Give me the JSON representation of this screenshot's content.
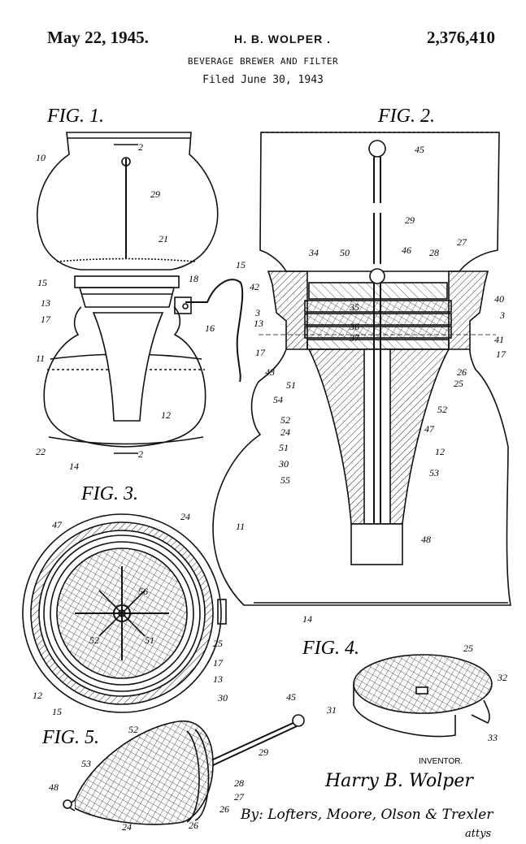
{
  "header": {
    "date": "May 22, 1945.",
    "inventor_name": "H. B. WOLPER .",
    "patent_number": "2,376,410",
    "title": "BEVERAGE BREWER AND FILTER",
    "filed": "Filed June 30, 1943"
  },
  "figures": {
    "fig1": "FIG. 1.",
    "fig2": "FIG. 2.",
    "fig3": "FIG. 3.",
    "fig4": "FIG. 4.",
    "fig5": "FIG. 5."
  },
  "labels": {
    "fig1": [
      "2",
      "10",
      "29",
      "21",
      "15",
      "13",
      "17",
      "18",
      "16",
      "11",
      "12",
      "22",
      "14",
      "2"
    ],
    "fig2": [
      "45",
      "29",
      "34",
      "50",
      "46",
      "28",
      "27",
      "15",
      "42",
      "40",
      "13",
      "35",
      "36",
      "37",
      "3",
      "3",
      "41",
      "17",
      "17",
      "43",
      "51",
      "26",
      "25",
      "54",
      "52",
      "52",
      "24",
      "47",
      "51",
      "12",
      "30",
      "53",
      "55",
      "48",
      "11",
      "14"
    ],
    "fig3": [
      "24",
      "47",
      "56",
      "52",
      "51",
      "25",
      "17",
      "13",
      "12",
      "15"
    ],
    "fig4": [
      "25",
      "32",
      "31",
      "33"
    ],
    "fig5": [
      "30",
      "45",
      "52",
      "29",
      "53",
      "48",
      "28",
      "27",
      "26",
      "24",
      "26"
    ]
  },
  "inventor_block": {
    "caption": "INVENTOR.",
    "signature": "Harry B. Wolper",
    "attorneys": "By: Lofters, Moore, Olson & Trexler",
    "attys": "attys"
  }
}
